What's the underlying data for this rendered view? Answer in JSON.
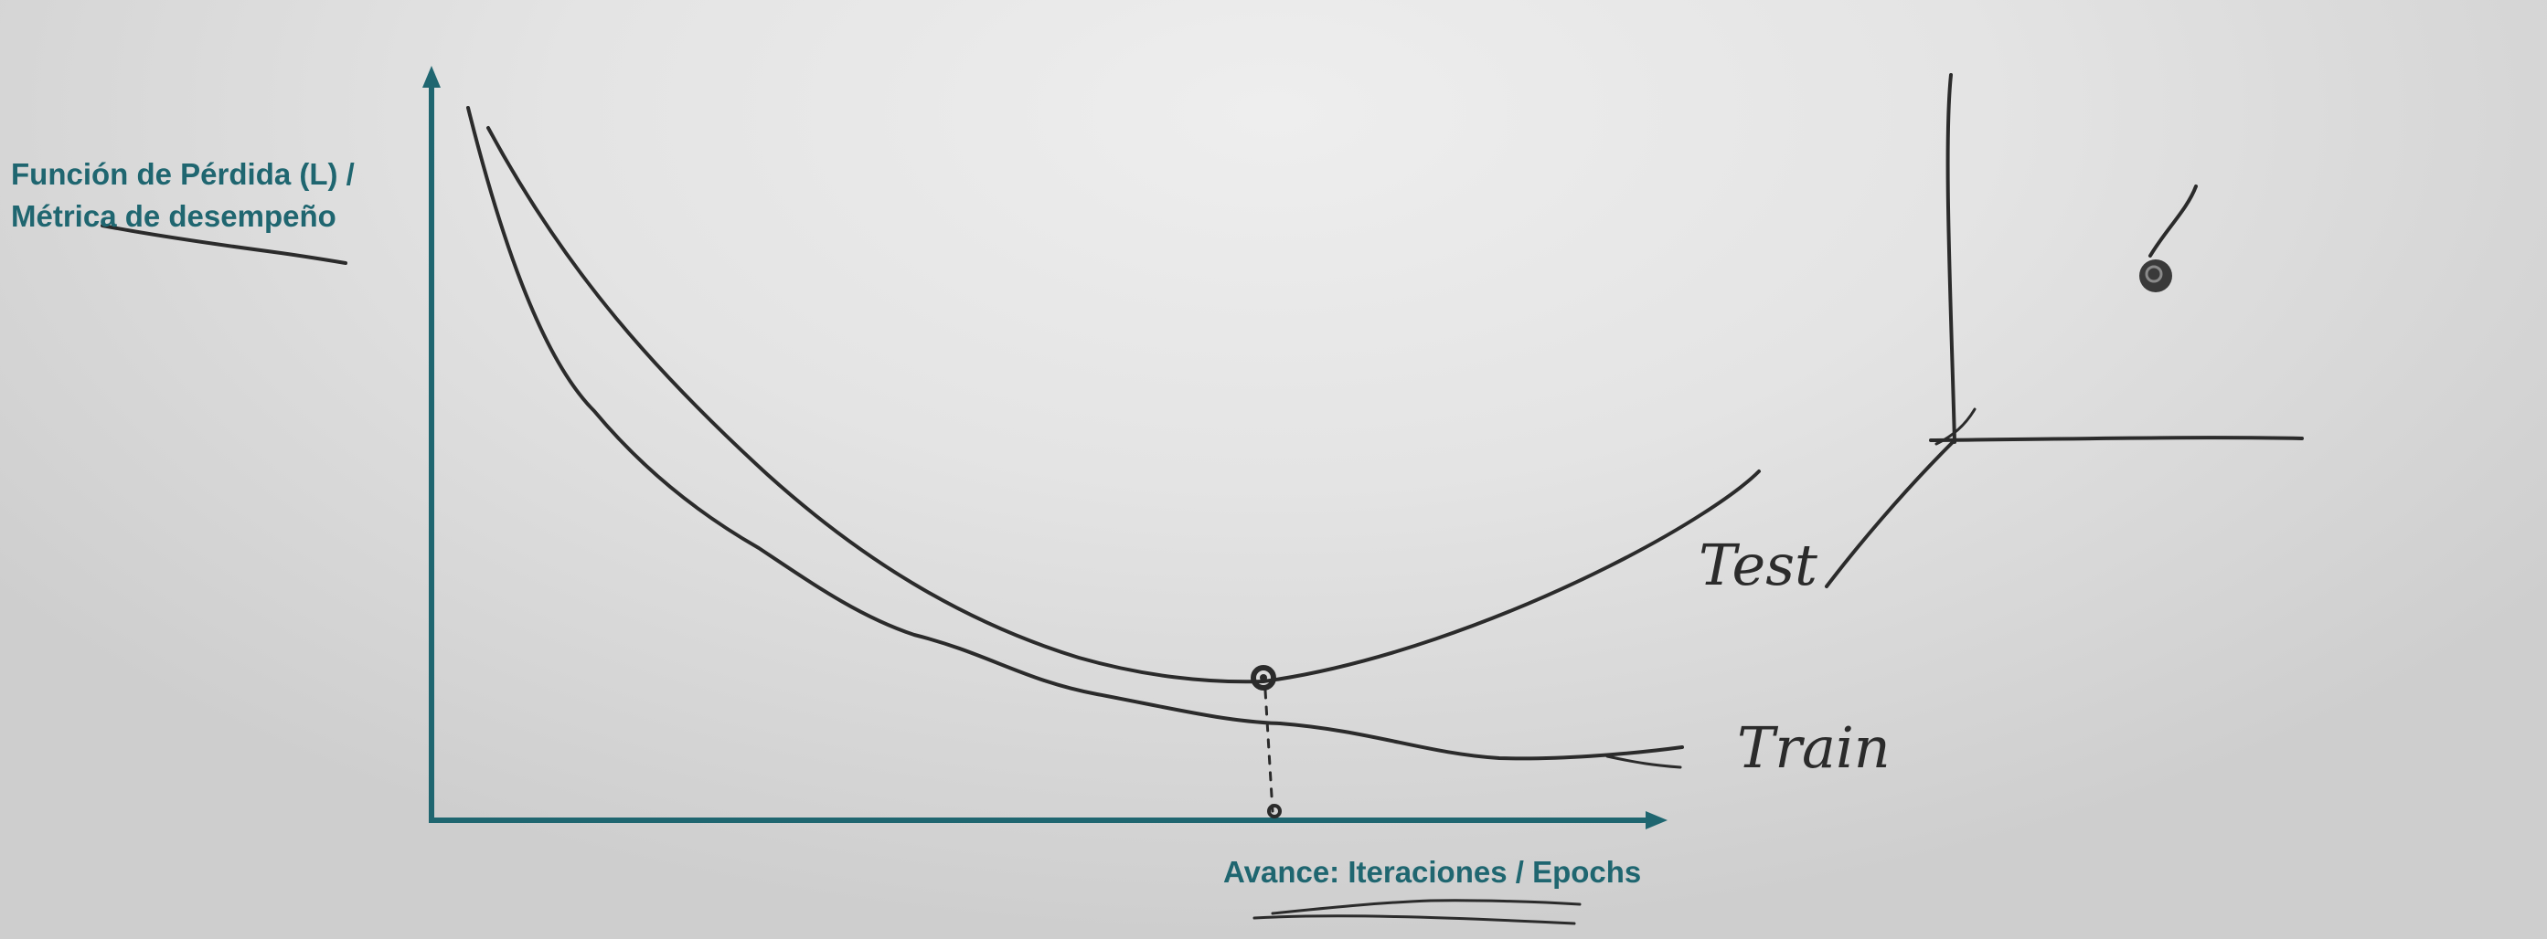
{
  "colors": {
    "axis": "#1f6670",
    "label": "#1f6670",
    "ink": "#2b2b2b"
  },
  "labels": {
    "y_line1": "Función de Pérdida (L) /",
    "y_line2": "Métrica de desempeño",
    "x": "Avance: Iteraciones / Epochs"
  },
  "handwritten": {
    "test": "Test",
    "train": "Train"
  },
  "icons": {
    "optimum_marker": "dot-icon",
    "point_marker": "dot-icon",
    "pointer_arrow": "arrow-icon"
  }
}
